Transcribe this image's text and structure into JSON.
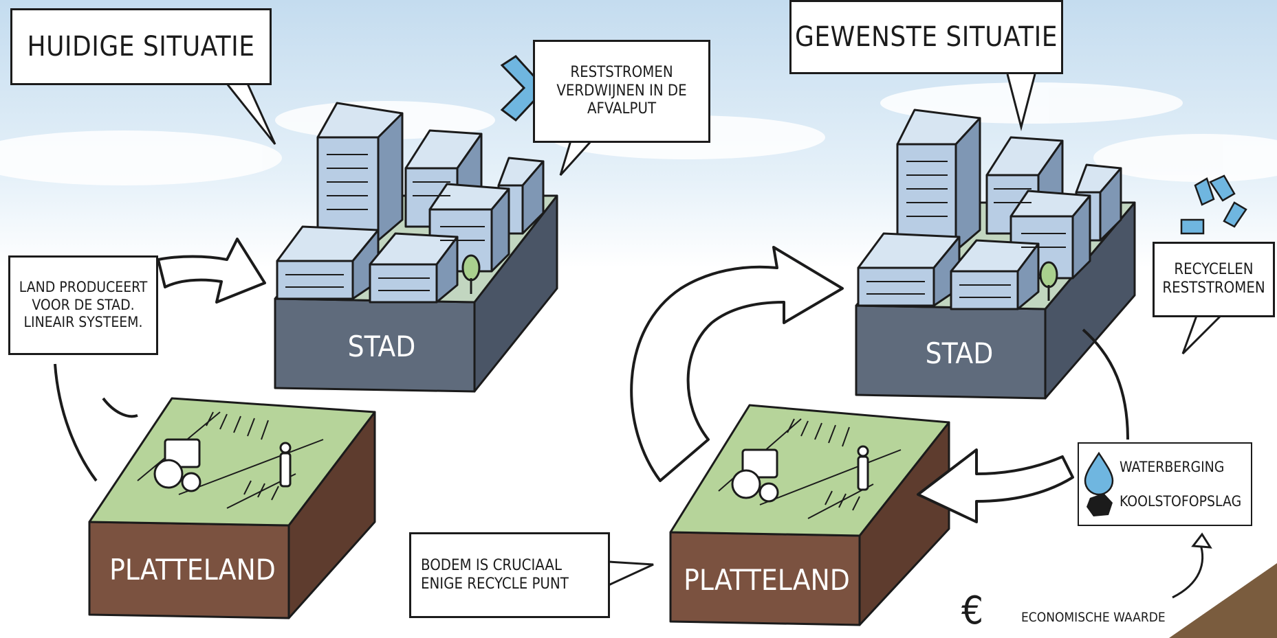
{
  "current": {
    "title": "HUIDIGE SITUATIE",
    "waste_callout": [
      "RESTSTROMEN",
      "VERDWIJNEN IN DE",
      "AFVALPUT"
    ],
    "land_callout": [
      "LAND PRODUCEERT",
      "VOOR DE STAD.",
      "LINEAIR SYSTEEM."
    ],
    "city_label": "STAD",
    "rural_label": "PLATTELAND"
  },
  "desired": {
    "title": "GEWENSTE SITUATIE",
    "recycle_callout": [
      "RECYCELEN",
      "RESTSTROMEN"
    ],
    "city_label": "STAD",
    "rural_label": "PLATTELAND",
    "benefits": [
      "WATERBERGING",
      "KOOLSTOFOPSLAG"
    ],
    "economic_symbol": "€",
    "economic_label": "ECONOMISCHE WAARDE"
  },
  "soil_callout": [
    "BODEM IS CRUCIAAL",
    "ENIGE RECYCLE PUNT"
  ],
  "colors": {
    "sky": "#cfe4f3",
    "building_front": "#b8cde4",
    "building_side": "#7f97b4",
    "platform": "#5f6b7c",
    "grass": "#b6d49a",
    "soil": "#7b5240",
    "recycle": "#6fb6e0",
    "outline": "#1b1b1b"
  }
}
